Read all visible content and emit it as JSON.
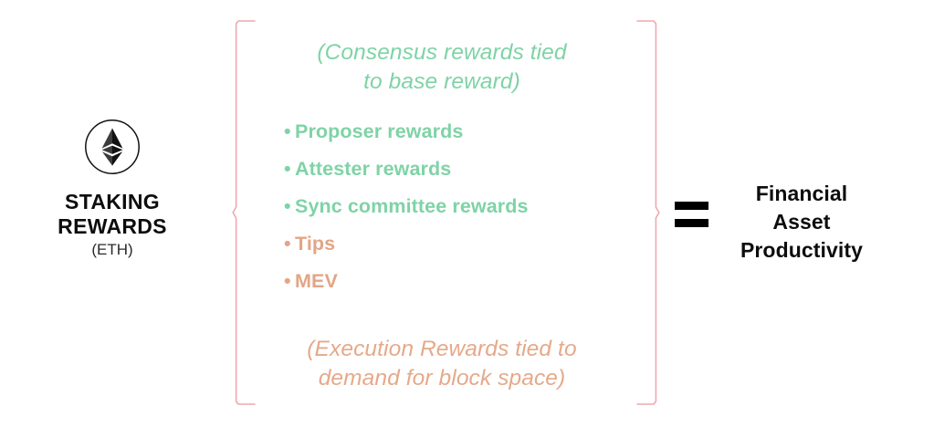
{
  "diagram": {
    "left": {
      "logo_icon": "ethereum-logo-icon",
      "title_line_1": "STAKING",
      "title_line_2": "REWARDS",
      "subtitle": "(ETH)"
    },
    "brackets": {
      "left_icon": "left-curly-bracket-icon",
      "right_icon": "right-curly-bracket-icon",
      "color": "#eea8ad"
    },
    "center": {
      "caption_top": "(Consensus rewards tied to base reward)",
      "caption_top_line_1": "(Consensus rewards tied",
      "caption_top_line_2": "to base reward)",
      "caption_bottom": "(Execution Rewards tied to demand for block space)",
      "caption_bottom_line_1": "(Execution Rewards tied to",
      "caption_bottom_line_2": "demand for block space)",
      "bullet_char": "•",
      "items": [
        {
          "label": "Proposer rewards",
          "tone": "green",
          "color": "#7fd3a6"
        },
        {
          "label": "Attester rewards",
          "tone": "green",
          "color": "#7fd3a6"
        },
        {
          "label": "Sync committee rewards",
          "tone": "green",
          "color": "#7fd3a6"
        },
        {
          "label": "Tips",
          "tone": "salmon",
          "color": "#e3a585"
        },
        {
          "label": "MEV",
          "tone": "salmon",
          "color": "#e3a585"
        }
      ]
    },
    "right": {
      "equals_symbol": "=",
      "result_line_1": "Financial",
      "result_line_2": "Asset",
      "result_line_3": "Productivity"
    },
    "colors": {
      "consensus_green": "#7fd3a6",
      "execution_salmon": "#e3a585",
      "bracket_pink": "#eea8ad",
      "text_black": "#0d0d0d",
      "background": "#ffffff"
    }
  }
}
